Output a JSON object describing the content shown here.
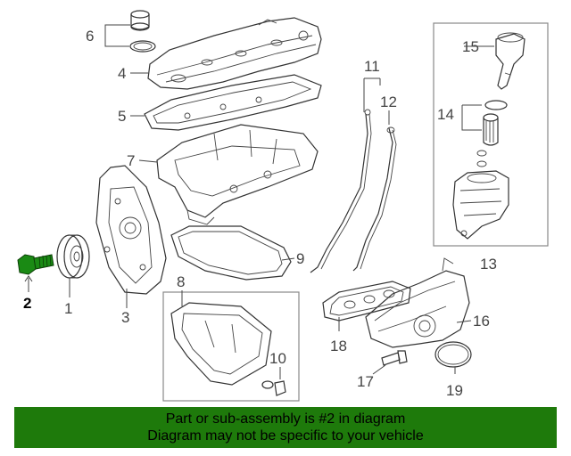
{
  "diagram": {
    "callouts": {
      "c1": "1",
      "c2": "2",
      "c3": "3",
      "c4": "4",
      "c5": "5",
      "c6": "6",
      "c7": "7",
      "c8": "8",
      "c9": "9",
      "c10": "10",
      "c11": "11",
      "c12": "12",
      "c13": "13",
      "c14": "14",
      "c15": "15",
      "c16": "16",
      "c17": "17",
      "c18": "18",
      "c19": "19"
    },
    "highlight_color": "#1a8a14"
  },
  "banner": {
    "line1": "Part or sub-assembly is #2 in diagram",
    "line2": "Diagram may not be specific to your vehicle",
    "color": "#1e7a0b"
  }
}
